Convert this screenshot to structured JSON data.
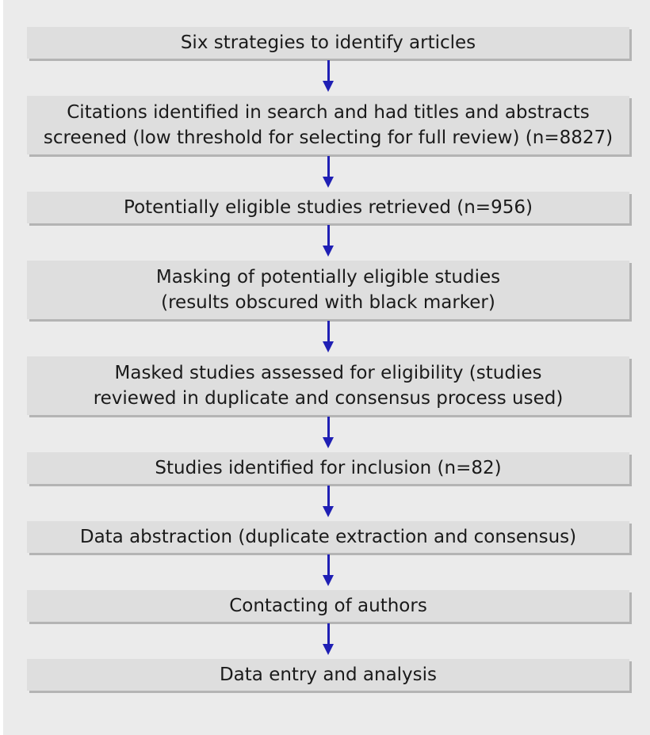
{
  "steps": [
    {
      "lines": [
        "Six strategies to identify articles"
      ]
    },
    {
      "lines": [
        "Citations identified in search and had titles and abstracts",
        "screened (low threshold for selecting for full review) (n=8827)"
      ]
    },
    {
      "lines": [
        "Potentially eligible studies retrieved (n=956)"
      ]
    },
    {
      "lines": [
        "Masking of potentially eligible studies",
        "(results obscured with black marker)"
      ]
    },
    {
      "lines": [
        "Masked studies assessed for eligibility (studies",
        "reviewed in duplicate and consensus process used)"
      ]
    },
    {
      "lines": [
        "Studies identified for inclusion (n=82)"
      ]
    },
    {
      "lines": [
        "Data abstraction (duplicate extraction and consensus)"
      ]
    },
    {
      "lines": [
        "Contacting of authors"
      ]
    },
    {
      "lines": [
        "Data entry and analysis"
      ]
    }
  ],
  "colors": {
    "arrow": "#1f1fb4",
    "box": "#dedede",
    "background": "#ebebeb"
  }
}
